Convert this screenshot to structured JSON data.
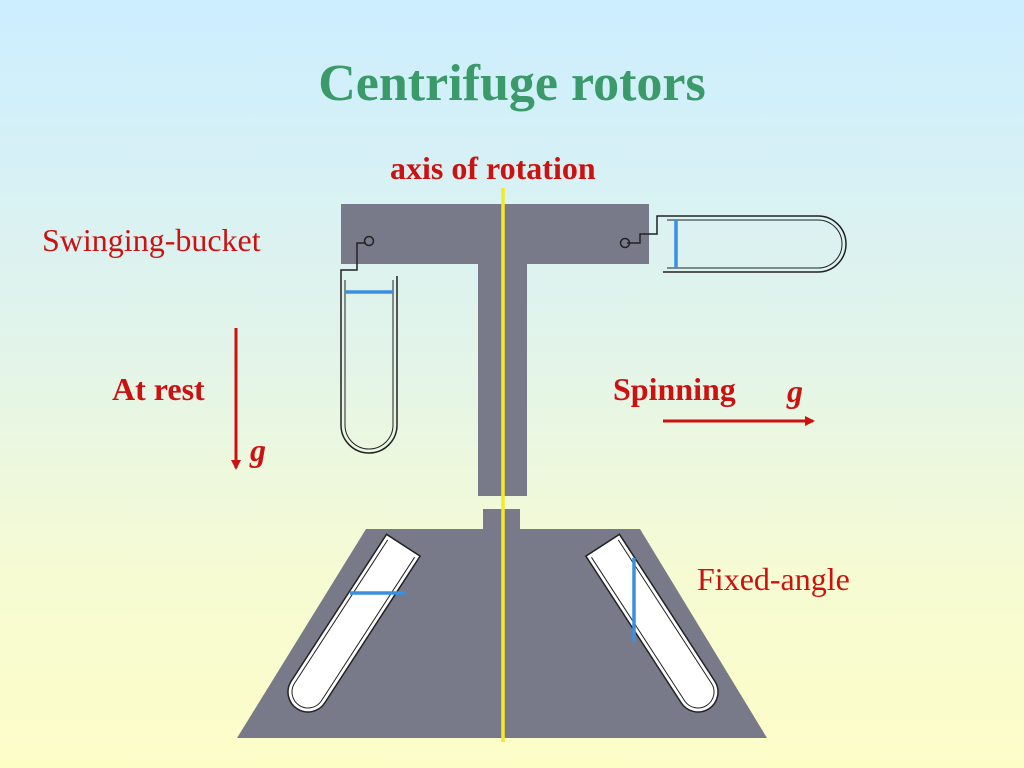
{
  "title": "Centrifuge rotors",
  "labels": {
    "axis": "axis of rotation",
    "swinging_bucket": "Swinging-bucket",
    "at_rest": "At rest",
    "spinning": "Spinning",
    "g_symbol": "g",
    "fixed_angle": "Fixed-angle"
  },
  "colors": {
    "rotor": "#787a8a",
    "axis": "#f2ea2a",
    "liquid": "#3b8fe0",
    "label": "#cc1111",
    "title": "#3a9a6a"
  }
}
